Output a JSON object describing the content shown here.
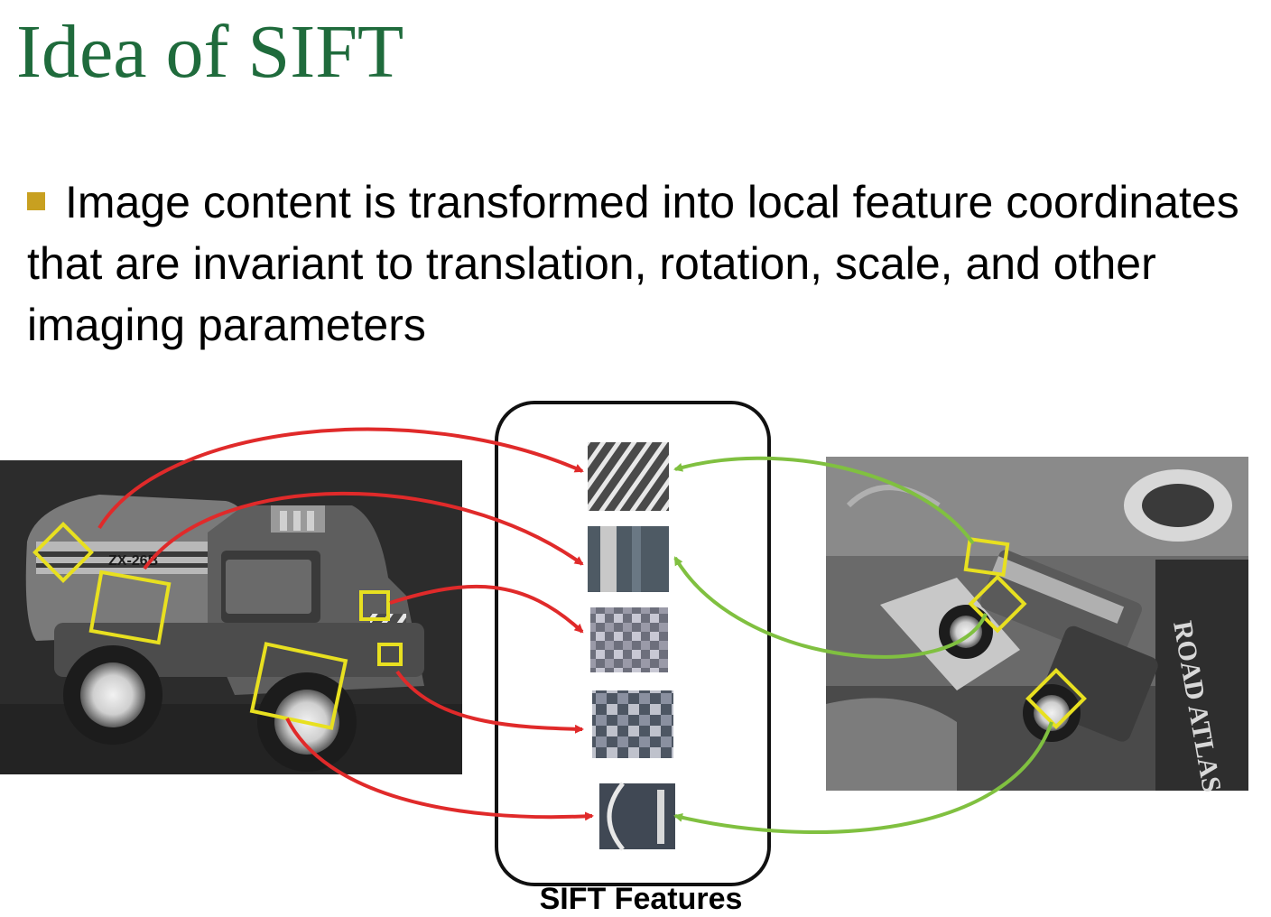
{
  "slide": {
    "title": "Idea of SIFT",
    "bullet_text": "Image content is transformed into local feature coordinates that are invariant to translation, rotation, scale, and other imaging parameters"
  },
  "figure": {
    "caption": "SIFT Features",
    "left_photo_label": "ZX-26B",
    "right_photo_label": "ROAD ATLAS"
  },
  "colors": {
    "title": "#1f6b3c",
    "bullet": "#c8a020",
    "box": "#e8e020",
    "arrow_left": "#e02a2a",
    "arrow_right": "#80c040"
  }
}
